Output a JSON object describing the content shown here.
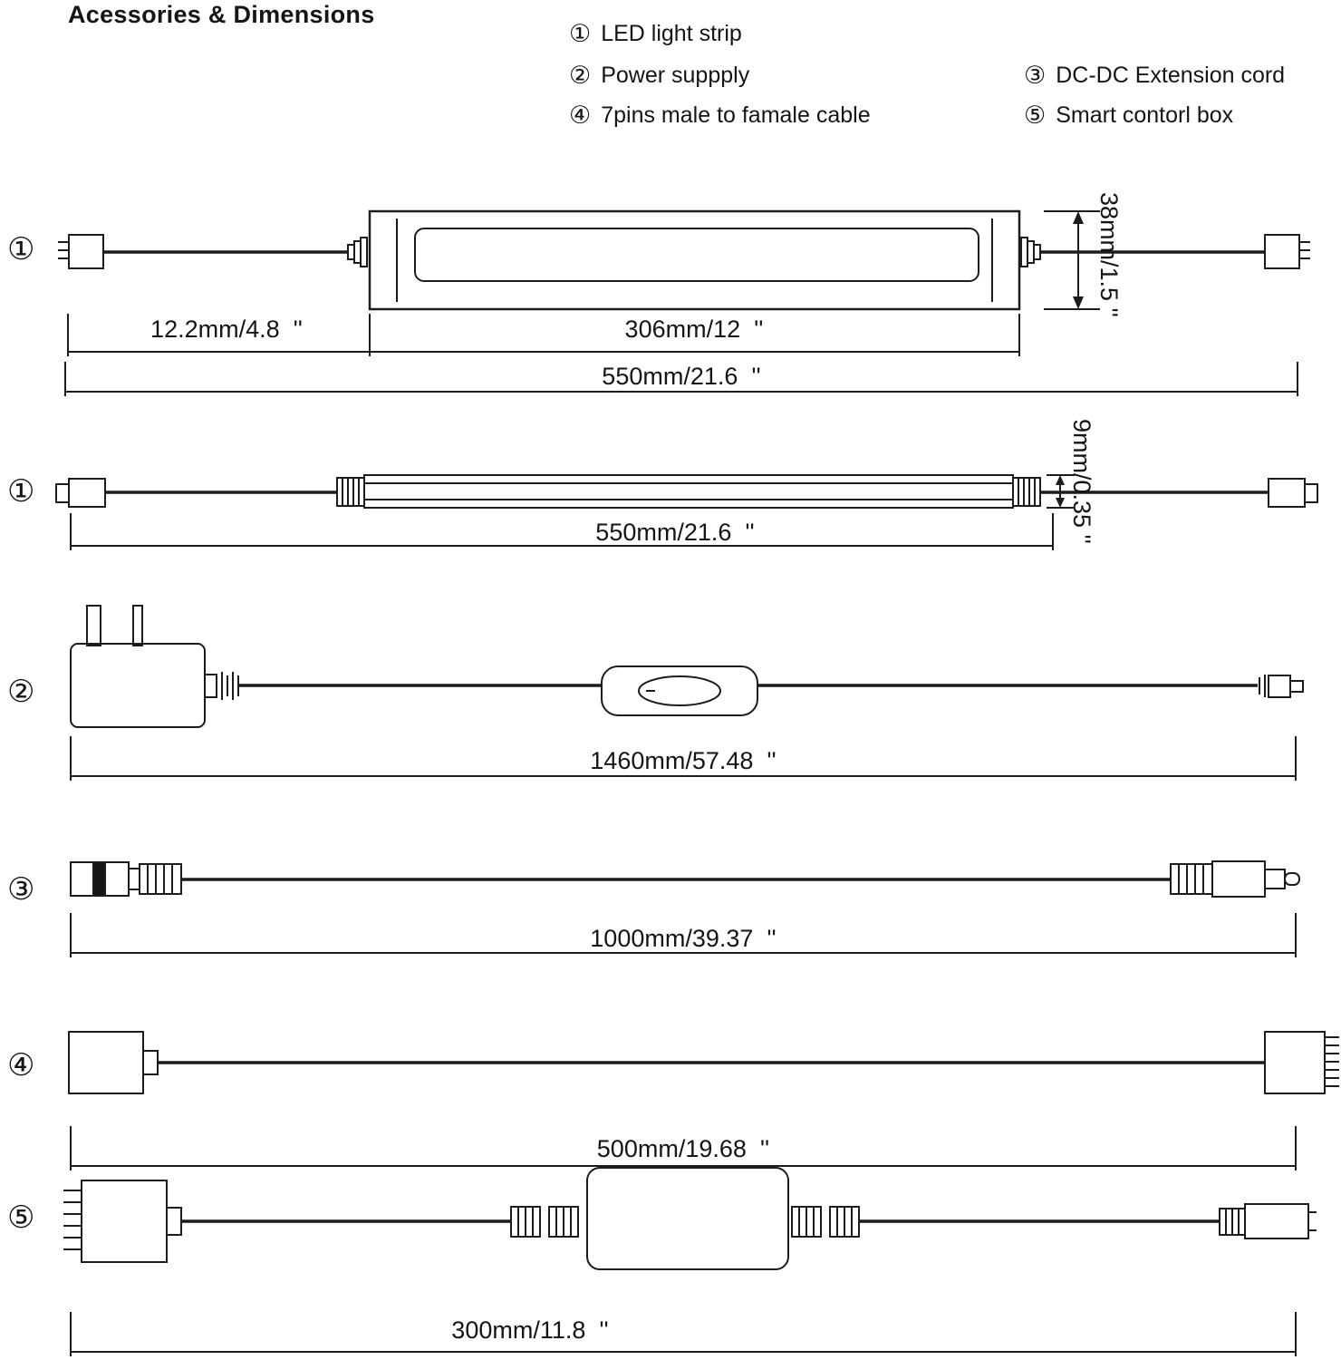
{
  "title": "Acessories & Dimensions",
  "legend": [
    {
      "num": "①",
      "label": "LED light strip"
    },
    {
      "num": "②",
      "label": "Power suppply"
    },
    {
      "num": "③",
      "label": "DC-DC Extension cord"
    },
    {
      "num": "④",
      "label": "7pins male to famale cable"
    },
    {
      "num": "⑤",
      "label": "Smart contorl box"
    }
  ],
  "markers": {
    "row1": "①",
    "row2": "①",
    "row3": "②",
    "row4": "③",
    "row5": "④",
    "row6": "⑤"
  },
  "dims": {
    "strip_lead": "12.2mm/4.8  ''",
    "strip_body": "306mm/12  ''",
    "strip_total": "550mm/21.6  ''",
    "strip_height": "38mm/1.5 ''",
    "side_total": "550mm/21.6  ''",
    "side_height": "9mm/0.35 ''",
    "power_length": "1460mm/57.48  ''",
    "extension_length": "1000mm/39.37  ''",
    "pin_cable_length": "500mm/19.68  ''",
    "box_length": "300mm/11.8  ''"
  }
}
